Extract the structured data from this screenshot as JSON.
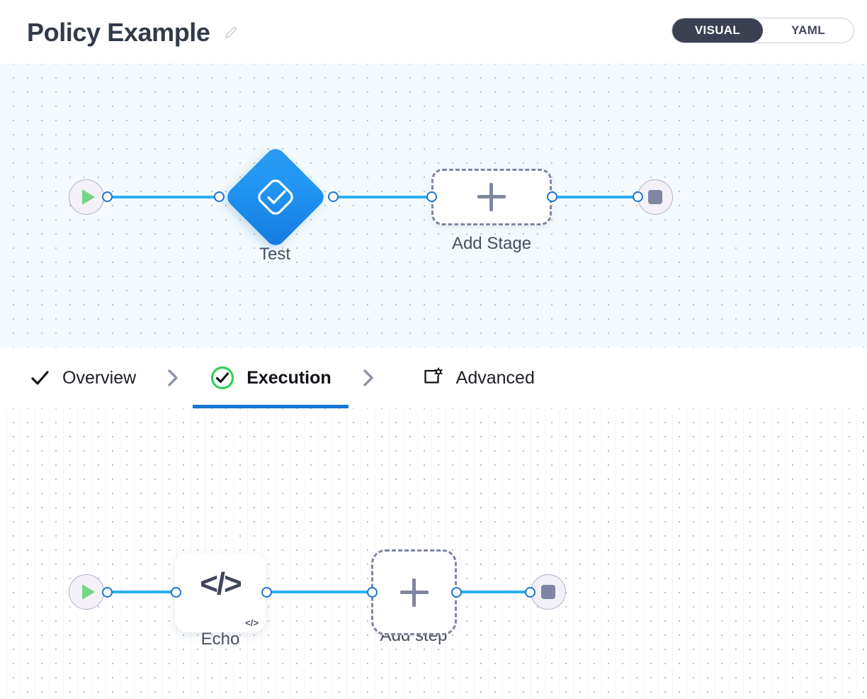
{
  "header": {
    "title": "Policy Example",
    "edit_icon": "pencil-icon",
    "view_toggle": {
      "options": [
        {
          "label": "VISUAL",
          "active": true
        },
        {
          "label": "YAML",
          "active": false
        }
      ],
      "active_bg": "#3b4152"
    }
  },
  "stage_canvas": {
    "start_node": {
      "icon": "play-icon",
      "color": "#74d68a"
    },
    "stages": [
      {
        "name": "Test",
        "icon": "stage-check-icon",
        "color_from": "#2a9bf2",
        "color_to": "#1478e0"
      }
    ],
    "add_stage": {
      "label": "Add Stage",
      "icon": "plus-icon"
    },
    "end_node": {
      "icon": "stop-icon",
      "color": "#8085a1"
    },
    "edge_color": "#29b0f0",
    "port_color": "#1b74d4"
  },
  "tabs": [
    {
      "label": "Overview",
      "icon": "check-icon",
      "active": false
    },
    {
      "label": "Execution",
      "icon": "check-circle-icon",
      "active": true
    },
    {
      "label": "Advanced",
      "icon": "window-gear-icon",
      "active": false
    }
  ],
  "tab_separator_icon": "chevron-right-icon",
  "tab_active_underline_color": "#1976d2",
  "step_canvas": {
    "start_node": {
      "icon": "play-icon",
      "color": "#74d68a"
    },
    "steps": [
      {
        "name": "Echo",
        "icon": "code-icon",
        "badge": "</>"
      }
    ],
    "add_step": {
      "label": "Add step",
      "icon": "plus-icon"
    },
    "end_node": {
      "icon": "stop-icon",
      "color": "#8085a1"
    },
    "edge_color": "#29b0f0",
    "port_color": "#1b74d4"
  }
}
